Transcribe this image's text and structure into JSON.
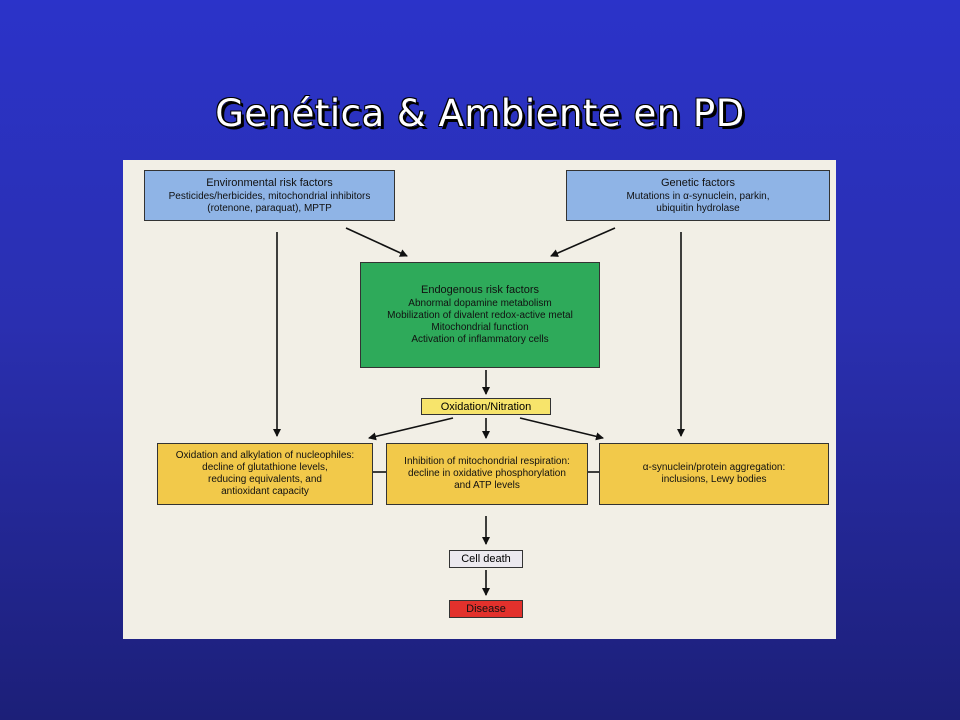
{
  "slide": {
    "title": "Genética & Ambiente en PD"
  },
  "diagram": {
    "environmental": {
      "heading": "Environmental risk factors",
      "lines": [
        "Pesticides/herbicides, mitochondrial inhibitors",
        "(rotenone, paraquat), MPTP"
      ]
    },
    "genetic": {
      "heading": "Genetic factors",
      "lines": [
        "Mutations in α-synuclein, parkin,",
        "ubiquitin hydrolase"
      ]
    },
    "endogenous": {
      "heading": "Endogenous risk factors",
      "lines": [
        "Abnormal dopamine metabolism",
        "Mobilization of divalent redox-active metal",
        "Mitochondrial function",
        "Activation of inflammatory cells"
      ]
    },
    "oxidation": {
      "label": "Oxidation/Nitration"
    },
    "nucleophiles": {
      "lines": [
        "Oxidation and alkylation of nucleophiles:",
        "decline of glutathione levels,",
        "reducing equivalents, and",
        "antioxidant capacity"
      ]
    },
    "mitochondrial": {
      "lines": [
        "Inhibition of mitochondrial respiration:",
        "decline in oxidative phosphorylation",
        "and ATP levels"
      ]
    },
    "synuclein": {
      "lines": [
        "α-synuclein/protein aggregation:",
        "inclusions, Lewy bodies"
      ]
    },
    "cell_death": {
      "label": "Cell death"
    },
    "disease": {
      "label": "Disease"
    },
    "colors": {
      "blue_box": "#8fb4e6",
      "green_box": "#2eaa5a",
      "yellow_box": "#f2c94a",
      "disease_box": "#e2312c"
    }
  }
}
